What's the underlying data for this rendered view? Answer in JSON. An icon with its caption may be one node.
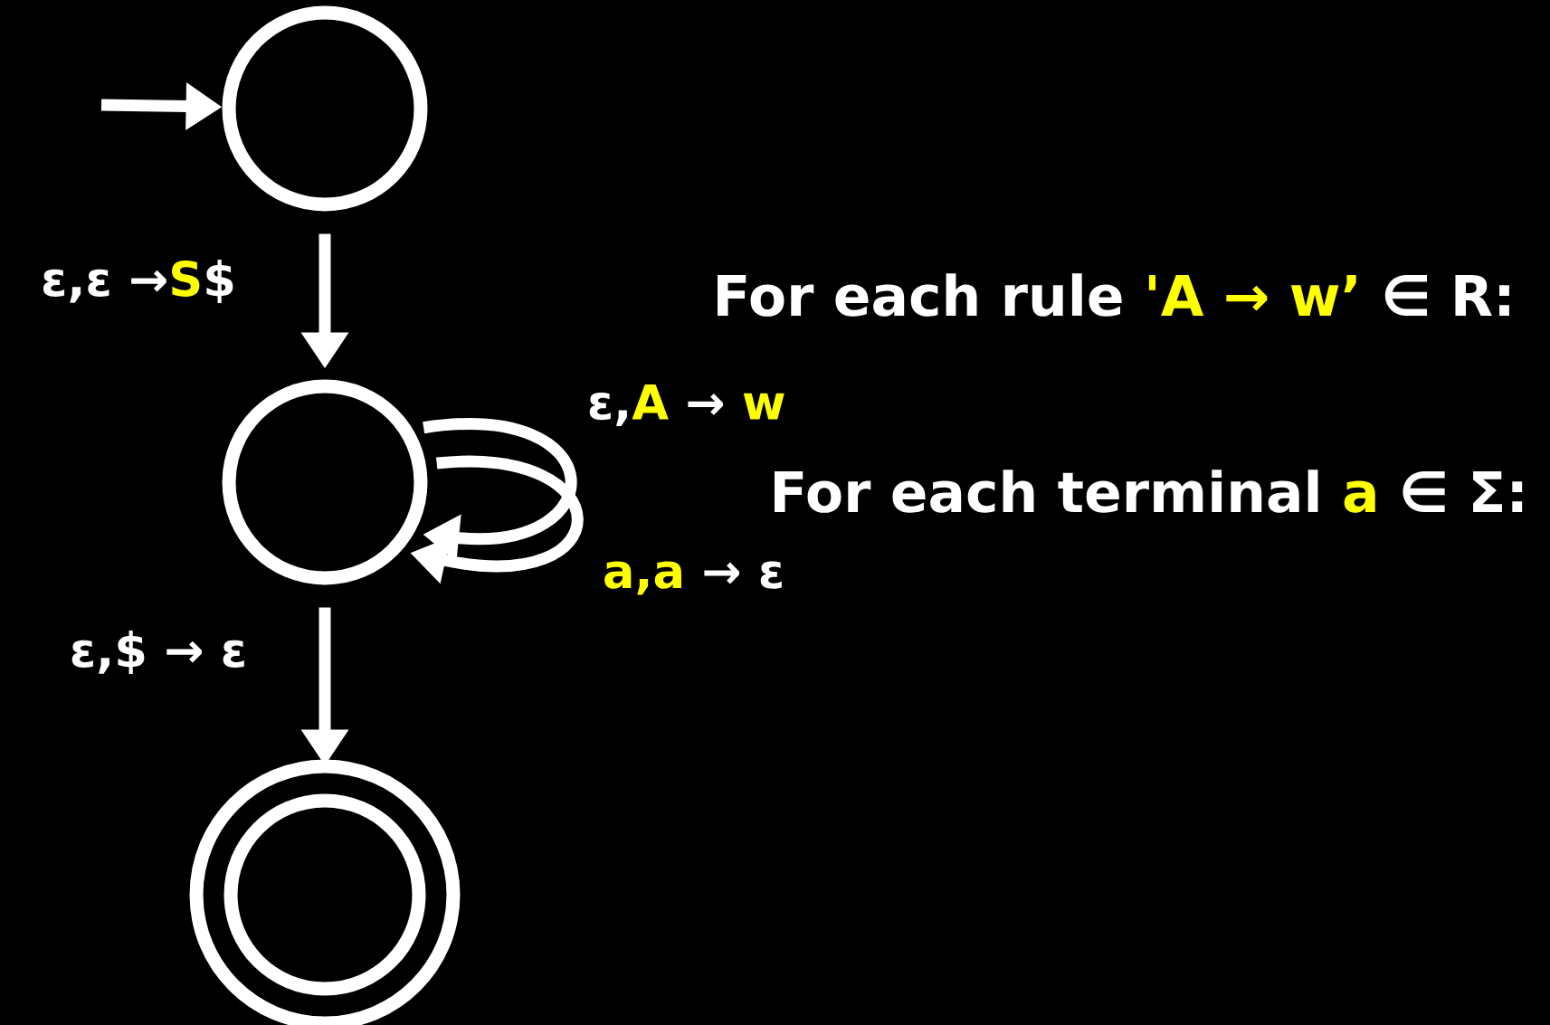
{
  "diagram": {
    "nodes": [
      {
        "text": [],
        "shape": "circle"
      },
      {
        "text": [],
        "shape": "circle"
      },
      {
        "text": [],
        "shape": "circle"
      }
    ],
    "edges": [
      {
        "from": null,
        "to": 0,
        "arrow": "to"
      },
      {
        "from": 0,
        "to": 1,
        "arrow": "to",
        "label": "ε,ε →**S**$"
      },
      {
        "from": 1,
        "to": 1,
        "arrow": "to",
        "label": "ε,**A** → **w**"
      },
      {
        "from": 1,
        "to": 1,
        "arrow": "to",
        "label": "**a,a** → ε"
      },
      {
        "from": 1,
        "to": 2,
        "arrow": "to",
        "label": "ε,$ → ε"
      }
    ],
    "labels": [
      "For each rule **'A → w’** ∈ R:",
      "For each terminal **a** ∈ Σ:"
    ]
  }
}
